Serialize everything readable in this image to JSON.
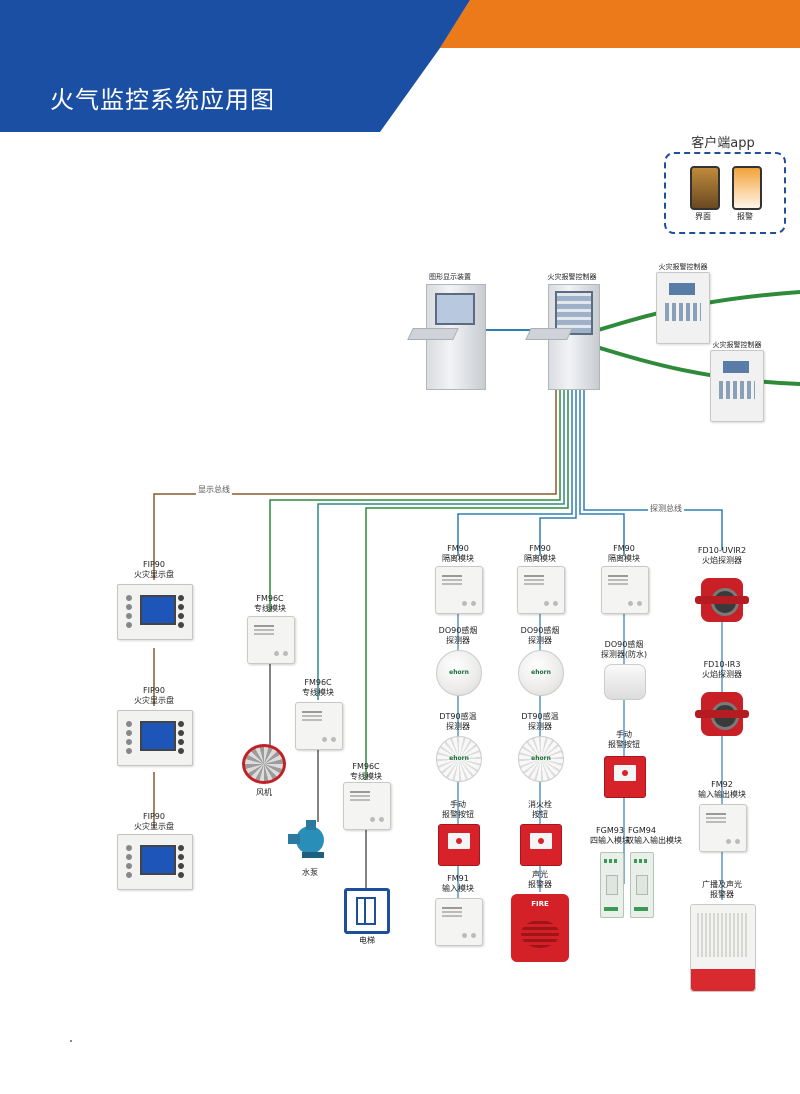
{
  "page": {
    "title": "火气监控系统应用图",
    "colors": {
      "banner_blue": "#1b4fa3",
      "banner_orange": "#ec7a1b",
      "wire_green": "#2e8b3a",
      "wire_blue": "#2f7fb2",
      "wire_brown": "#8a5a2b",
      "wire_teal": "#2a8c8c"
    }
  },
  "app": {
    "title": "客户端app",
    "screens": [
      "界面",
      "报警"
    ]
  },
  "central": {
    "graphic_display": "图形显示装置",
    "main_controller": "火灾报警控制器",
    "sub_controller_1": "火灾报警控制器",
    "sub_controller_2": "火灾报警控制器"
  },
  "buses": {
    "display_bus": "显示总线",
    "detection_bus": "探测总线"
  },
  "display_panels": [
    {
      "model": "FIP90",
      "name": "火灾显示盘"
    },
    {
      "model": "FIP90",
      "name": "火灾显示盘"
    },
    {
      "model": "FIP90",
      "name": "火灾显示盘"
    }
  ],
  "linkage": [
    {
      "model": "FM96C",
      "name": "专线模块",
      "device": "风机"
    },
    {
      "model": "FM96C",
      "name": "专线模块",
      "device": "水泵"
    },
    {
      "model": "FM96C",
      "name": "专线模块",
      "device": "电梯"
    }
  ],
  "loop1": {
    "isolator": {
      "model": "FM90",
      "name": "隔离模块"
    },
    "smoke": {
      "model": "DO90感烟",
      "name": "探测器"
    },
    "heat": {
      "model": "DT90感温",
      "name": "探测器"
    },
    "call_point": {
      "line1": "手动",
      "line2": "报警按钮"
    },
    "input_module": {
      "model": "FM91",
      "name": "输入模块"
    }
  },
  "loop2": {
    "isolator": {
      "model": "FM90",
      "name": "隔离模块"
    },
    "smoke": {
      "model": "DO90感烟",
      "name": "探测器"
    },
    "heat": {
      "model": "DT90感温",
      "name": "探测器"
    },
    "hydrant_button": {
      "line1": "消火栓",
      "line2": "按钮"
    },
    "sounder": {
      "line1": "声光",
      "line2": "报警器",
      "badge": "FIRE"
    }
  },
  "loop3": {
    "isolator": {
      "model": "FM90",
      "name": "隔离模块"
    },
    "smoke_ex": {
      "model": "DO90感烟",
      "name": "探测器(防水)"
    },
    "call_point": {
      "line1": "手动",
      "line2": "报警按钮"
    },
    "fgm93": {
      "model": "FGM93",
      "name": "四输入模块"
    },
    "fgm94": {
      "model": "FGM94",
      "name": "双输入输出模块"
    }
  },
  "loop4": {
    "flame1": {
      "model": "FD10-UVIR2",
      "name": "火焰探测器"
    },
    "flame2": {
      "model": "FD10-IR3",
      "name": "火焰探测器"
    },
    "io_module": {
      "model": "FM92",
      "name": "输入输出模块"
    },
    "broadcaster": {
      "line1": "广播及声光",
      "line2": "报警器"
    }
  },
  "brand": "ehorn"
}
